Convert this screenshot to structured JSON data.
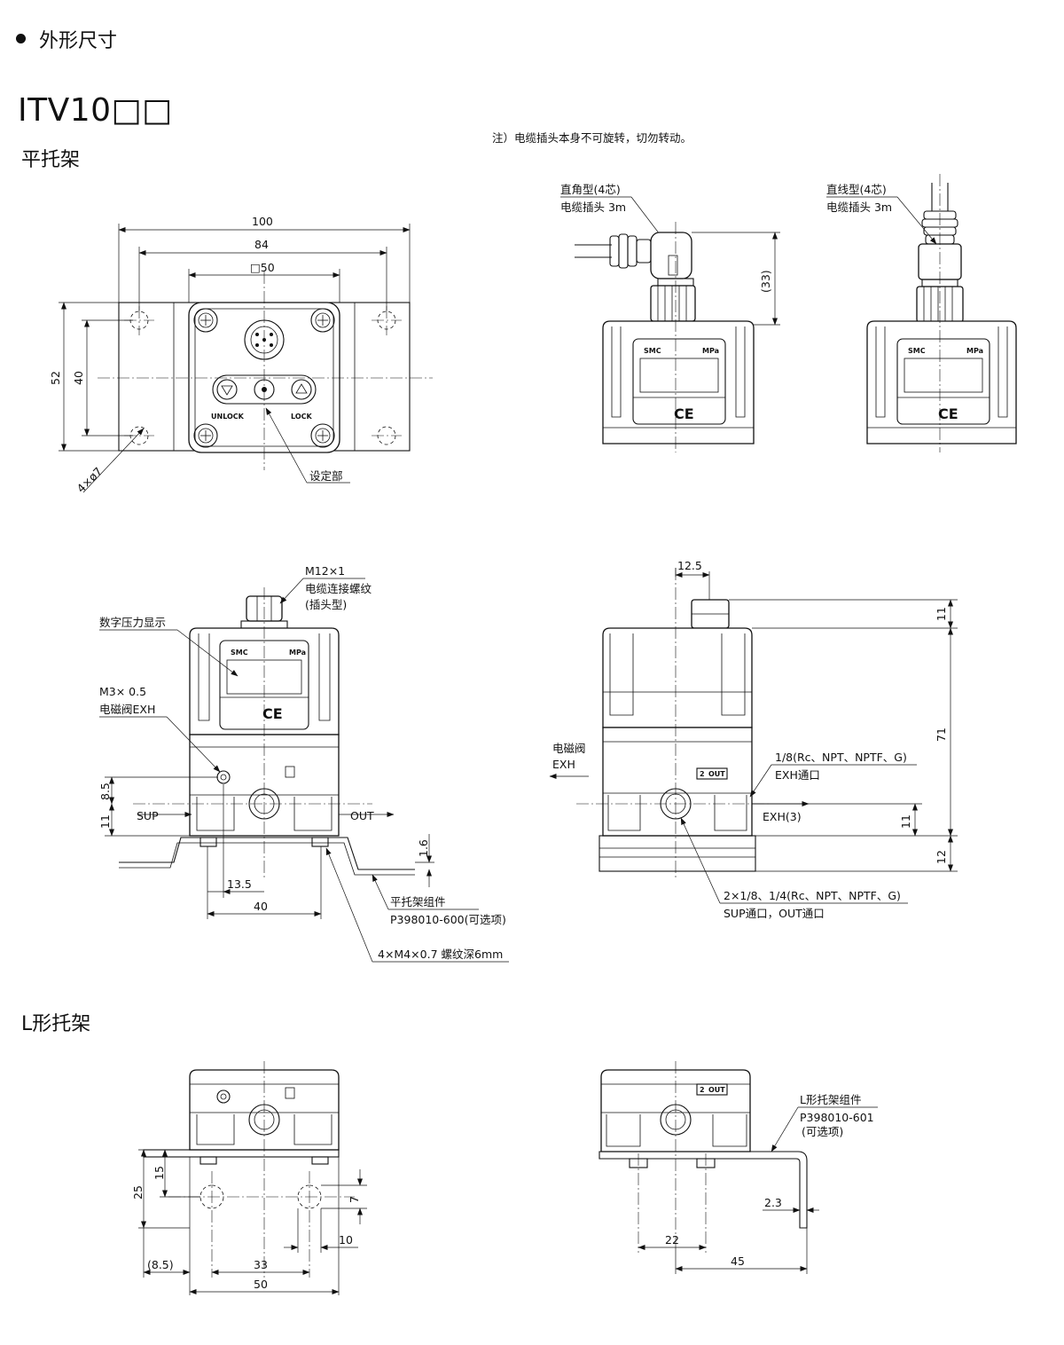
{
  "header": {
    "section_heading": "外形尺寸",
    "model_title": "ITV10□□",
    "sub_flat_bracket": "平托架",
    "note": "注）电缆插头本身不可旋转，切勿转动。",
    "sub_l_bracket": "L形托架"
  },
  "top_view": {
    "dims": {
      "d100": "100",
      "d84": "84",
      "sq50": "□50",
      "d52": "52",
      "d40": "40"
    },
    "hole_spec": "4×ø7",
    "setting_label": "设定部",
    "unlock": "UNLOCK",
    "lock": "LOCK"
  },
  "angle_connector": {
    "label_1": "直角型(4芯)",
    "label_2": "电缆插头 3m",
    "dim_33": "(33)"
  },
  "straight_connector": {
    "label_1": "直线型(4芯)",
    "label_2": "电缆插头 3m"
  },
  "front_view": {
    "m12_label": "M12×1",
    "thread_label": "电缆连接螺纹",
    "plug_type": "(插头型)",
    "display_label": "数字压力显示",
    "m3_label": "M3× 0.5",
    "exh_valve_label": "电磁阀EXH",
    "sup": "SUP",
    "out": "OUT",
    "d85": "8.5",
    "d11": "11",
    "d16": "1.6",
    "d135": "13.5",
    "d40": "40",
    "bracket_label": "平托架组件",
    "bracket_part": "P398010-600(可选项)",
    "screw_label": "4×M4×0.7 螺纹深6mm"
  },
  "side_view": {
    "d125": "12.5",
    "d11_top": "11",
    "d71": "71",
    "valve_label": "电磁阀",
    "exh_label": "EXH",
    "port_spec": "1/8(Rc、NPT、NPTF、G)",
    "exh_port": "EXH通口",
    "exh3": "EXH(3)",
    "d11_bottom": "11",
    "d12": "12",
    "sup_out_spec": "2×1/8、1/4(Rc、NPT、NPTF、G)",
    "sup_out_port": "SUP通口，OUT通口"
  },
  "l_front_view": {
    "d25": "25",
    "d15": "15",
    "d7": "7",
    "d10": "10",
    "d85": "(8.5)",
    "d33": "33",
    "d50": "50"
  },
  "l_side_view": {
    "bracket_label": "L形托架组件",
    "bracket_part": "P398010-601",
    "optional": "(可选项)",
    "d23": "2.3",
    "d22": "22",
    "d45": "45"
  },
  "unit_marks": {
    "brand": "SMC",
    "mpa": "MPa",
    "ce": "CE",
    "out_tag": "OUT",
    "port_num": "2"
  }
}
